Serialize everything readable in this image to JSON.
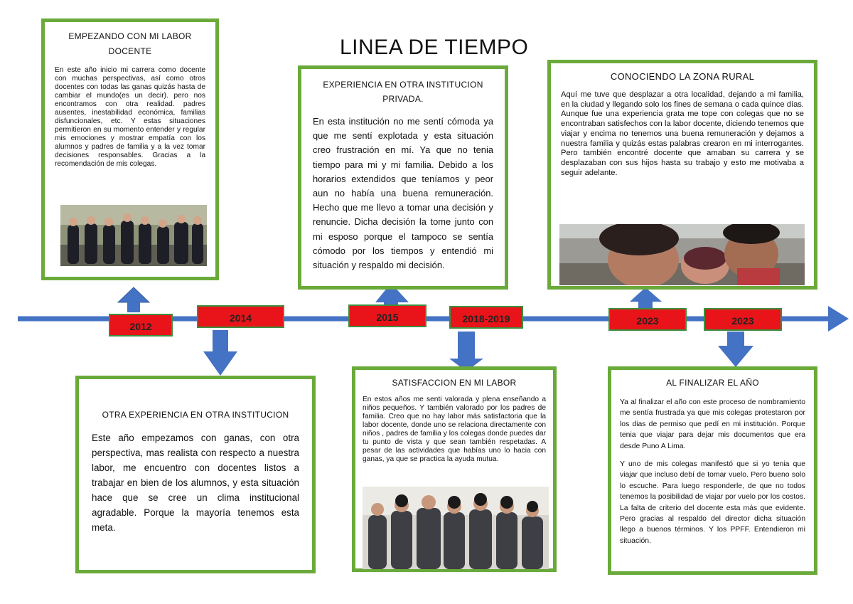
{
  "title": "LINEA DE TIEMPO",
  "colors": {
    "box_border": "#6aaa3a",
    "timeline": "#4472c4",
    "year_fill": "#e8141a",
    "year_border": "#3d8f3d"
  },
  "years": [
    "2012",
    "2014",
    "2015",
    "2018-2019",
    "2023",
    "2023"
  ],
  "boxes": {
    "b2012": {
      "heading": "EMPEZANDO CON MI LABOR DOCENTE",
      "text": "En este año inicio mi carrera como docente con muchas perspectivas, así como otros docentes con todas las ganas quizás hasta de cambiar el mundo(es un decir). pero nos encontramos con otra realidad. padres ausentes, inestabilidad económica, familias disfuncionales, etc. Y estas situaciones permitieron en su momento entender y regular mis emociones y mostrar empatía con los alumnos y padres de familia y a la vez tomar decisiones responsables. Gracias a la recomendación de mis colegas."
    },
    "b2014": {
      "heading": "OTRA EXPERIENCIA EN OTRA INSTITUCION",
      "text": "Este año empezamos con ganas, con otra perspectiva, mas realista con respecto a nuestra labor, me encuentro con docentes listos a trabajar en bien de los alumnos, y esta situación hace que se cree un clima institucional agradable. Porque la mayoría tenemos esta meta."
    },
    "b2015": {
      "heading": "EXPERIENCIA EN OTRA INSTITUCION PRIVADA.",
      "text": "En esta institución no me sentí cómoda ya que me sentí explotada y esta situación creo frustración en mí. Ya que no tenia tiempo para mi y mi familia. Debido a los horarios extendidos que teníamos y peor aun no había una buena remuneración. Hecho que me llevo a tomar una decisión y renuncie. Dicha decisión la tome junto con mi esposo porque el tampoco se sentía cómodo por los tiempos y entendió mi situación y respaldo mi decisión."
    },
    "b2018": {
      "heading": "SATISFACCION EN MI LABOR",
      "text": "En estos años me senti valorada y plena enseñando a niños pequeños. Y también valorado por los padres de familia. Creo que no hay labor más satisfactoria que la labor docente, donde uno se relaciona directamente con niños , padres de familia y los colegas donde puedes dar tu punto de vista y que sean también respetadas. A pesar de las actividades que habías uno lo hacia con ganas, ya que se practica la ayuda mutua."
    },
    "b2023a": {
      "heading": "CONOCIENDO LA ZONA RURAL",
      "text": "Aquí me tuve que desplazar a otra localidad, dejando a mi familia, en la ciudad y llegando solo los fines de semana o cada quince días. Aunque fue una experiencia grata me tope con colegas que no se encontraban satisfechos con la labor docente, diciendo tenemos que viajar y encima no tenemos una buena remuneración y dejamos a nuestra familia y quizás estas palabras crearon en mi interrogantes. Pero también encontré docente que amaban su carrera y se desplazaban con sus hijos hasta su trabajo y esto me motivaba a seguir adelante."
    },
    "b2023b": {
      "heading": "AL FINALIZAR EL AÑO",
      "text1": "Ya al finalizar el año con este proceso de nombramiento me sentía frustrada ya que mis colegas protestaron por los dias de permiso que pedí en mi institución. Porque tenia que viajar para dejar mis documentos que era desde Puno A Lima.",
      "text2": "Y uno de mis colegas manifestó que si yo tenia que viajar que incluso debí de tomar vuelo. Pero bueno solo lo escuche. Para luego responderle, de que no todos tenemos la posibilidad de viajar por vuelo por los costos. La falta de criterio del docente esta más que evidente. Pero gracias al respaldo del director dicha situación llego a buenos términos. Y los PPFF. Entendieron mi situación."
    }
  }
}
